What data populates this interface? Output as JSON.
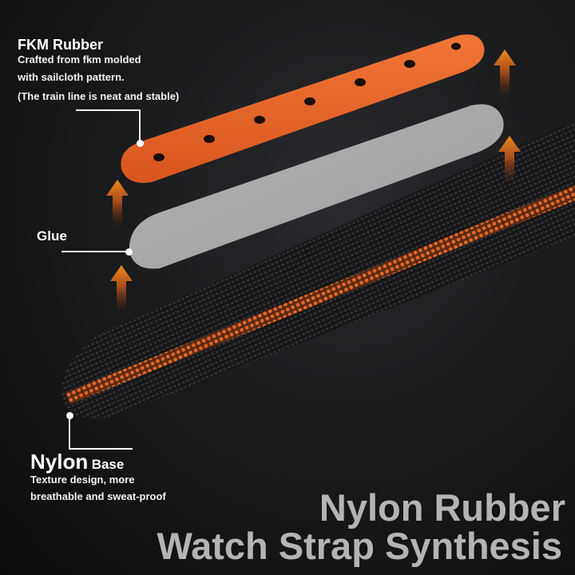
{
  "layers": {
    "top": {
      "title": "FKM Rubber",
      "description_lines": [
        "Crafted from fkm molded",
        "with sailcloth pattern.",
        "(The train line is neat and stable)"
      ],
      "color": "#e8662b",
      "hole_count": 7
    },
    "middle": {
      "title": "Glue",
      "color": "#a9a9ab"
    },
    "bottom": {
      "title_main": "Nylon",
      "title_sub": "Base",
      "description_lines": [
        "Texture design, more",
        "breathable and sweat-proof"
      ],
      "base_color": "#1e1e20",
      "stripe_color": "#e0662a"
    }
  },
  "headline": {
    "line1": "Nylon Rubber",
    "line2": "Watch Strap Synthesis"
  },
  "arrow_color": "#f08a1c"
}
